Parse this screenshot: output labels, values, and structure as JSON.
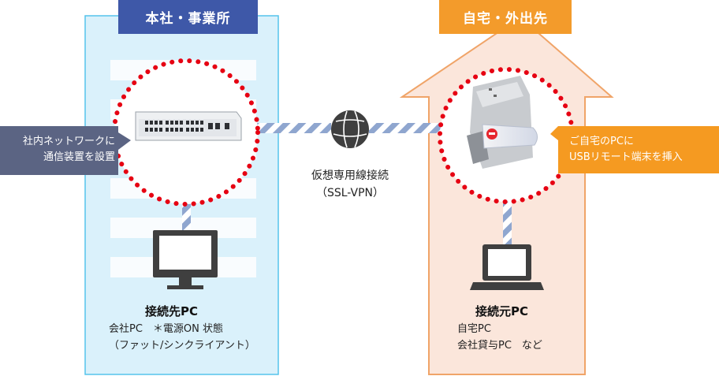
{
  "office": {
    "title": "本社・事業所",
    "callout": [
      "社内ネットワークに",
      "通信装置を設置"
    ],
    "pc_title": "接続先PC",
    "pc_lines": [
      "会社PC　＊電源ON 状態",
      "（ファット/シンクライアント）"
    ]
  },
  "vpn": {
    "label": "仮想専用線接続",
    "sublabel": "（SSL-VPN）"
  },
  "home": {
    "title": "自宅・外出先",
    "callout": [
      "ご自宅のPCに",
      "USBリモート端末を挿入"
    ],
    "pc_title": "接続元PC",
    "pc_lines": [
      "自宅PC",
      "会社貸与PC　など"
    ]
  },
  "colors": {
    "office_tag": "#3e58a8",
    "office_panel": "#daf1fb",
    "office_border": "#55c4ec",
    "home_tag": "#f39b2b",
    "home_panel": "#fbe6db",
    "home_border": "#f0a468",
    "callout_office": "#5b6483",
    "callout_home": "#f59a21",
    "dotted_circle": "#e60012",
    "link_stripe": "#8fa6cf",
    "icon_dark": "#3f3f3f"
  }
}
